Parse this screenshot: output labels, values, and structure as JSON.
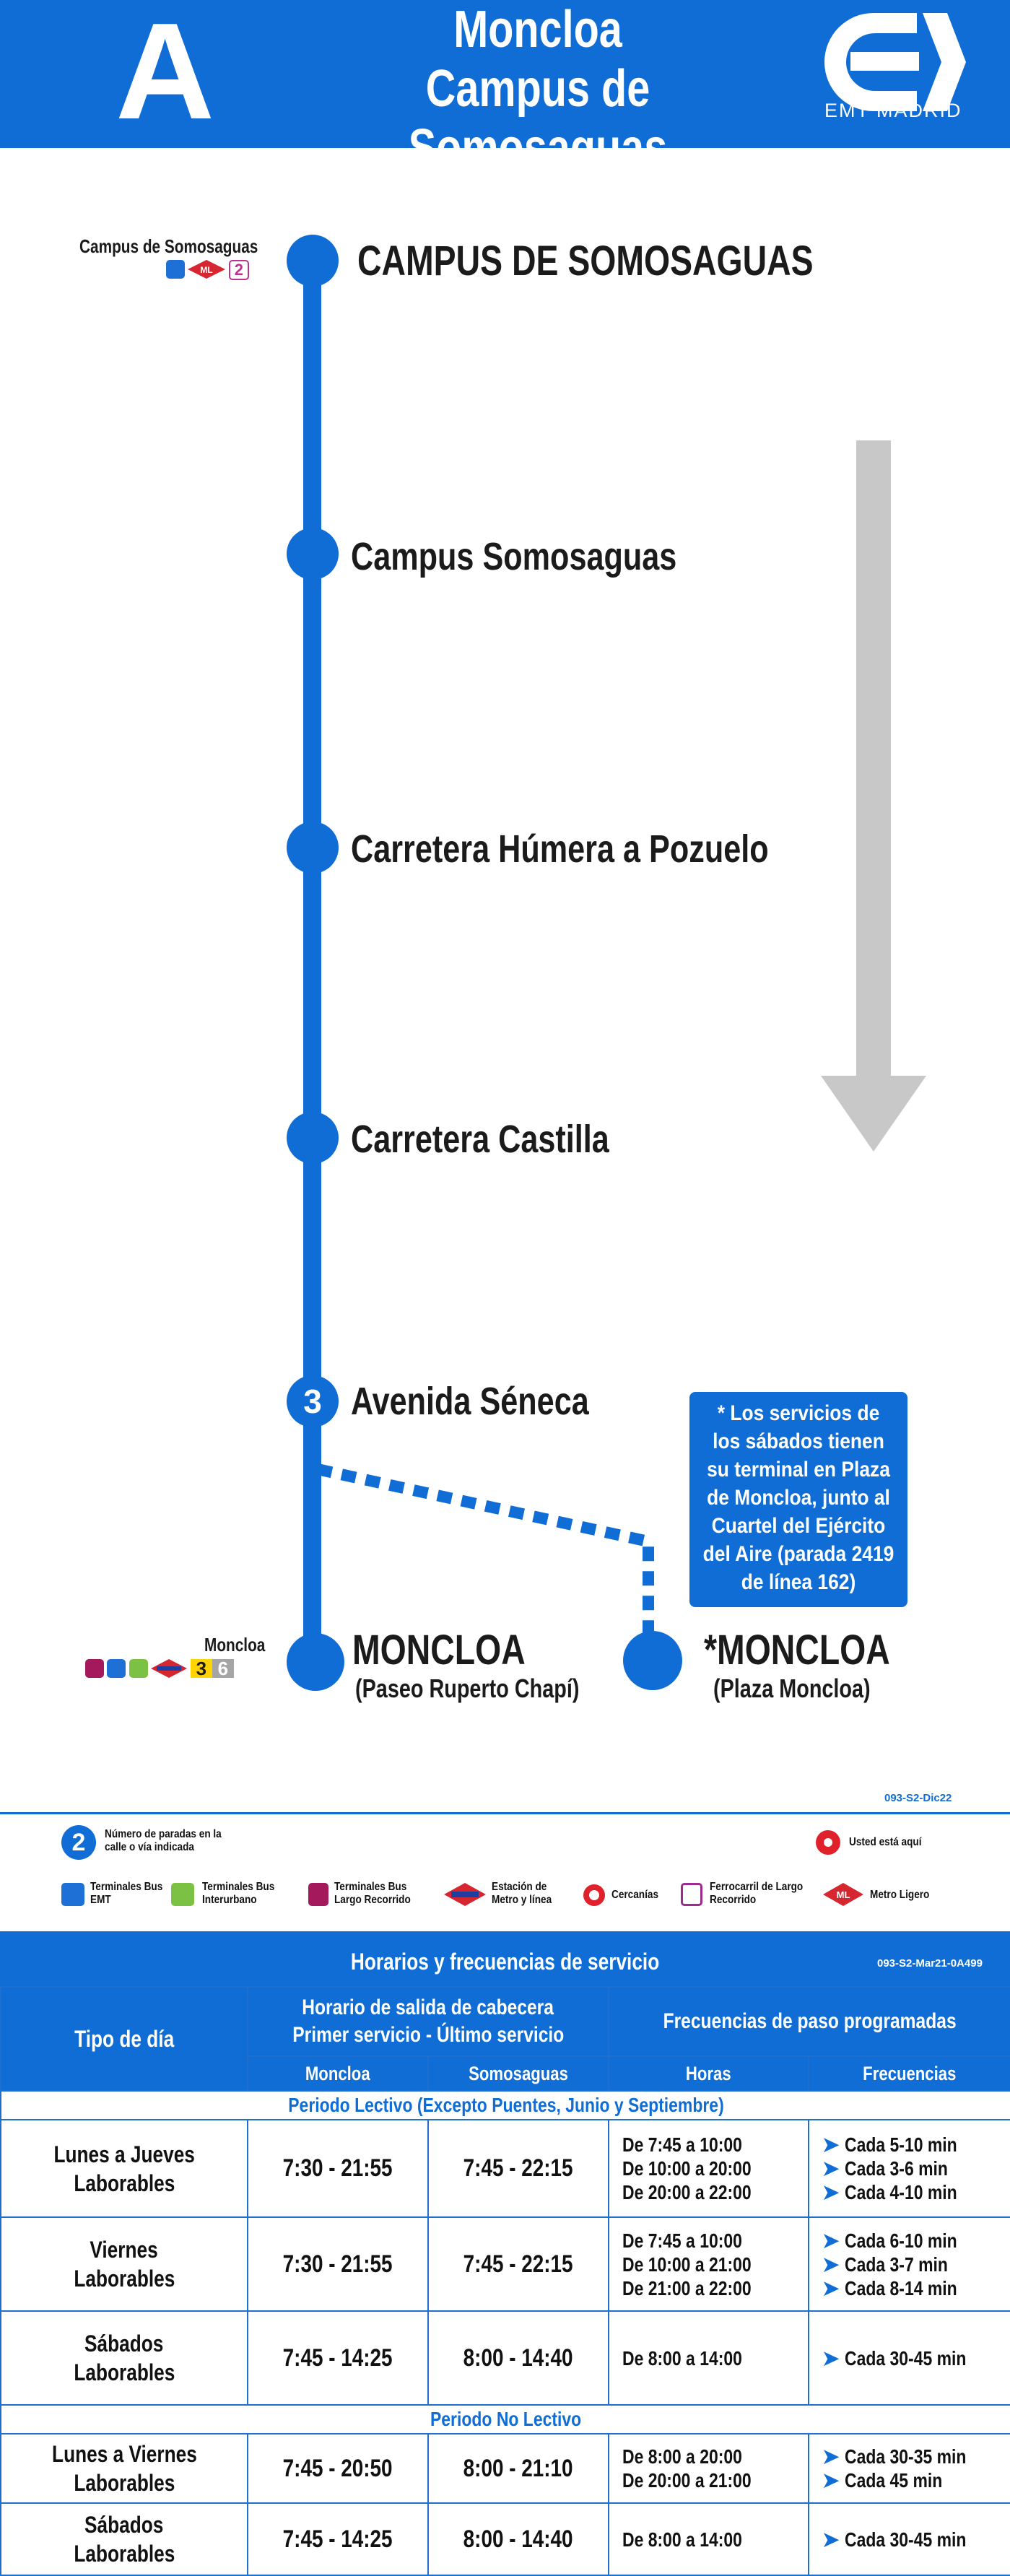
{
  "header": {
    "line_letter": "A",
    "title_line1": "Moncloa",
    "title_line2": "Campus de Somosaguas",
    "operator": "EMT MADRID"
  },
  "route": {
    "direction_icon": "down-arrow-icon",
    "stops": [
      {
        "name": "CAMPUS DE SOMOSAGUAS"
      },
      {
        "name": "Campus Somosaguas"
      },
      {
        "name": "Carretera Húmera a Pozuelo"
      },
      {
        "name": "Carretera Castilla"
      },
      {
        "name": "Avenida Séneca",
        "stop_count": "3"
      },
      {
        "name": "MONCLOA",
        "sub": "(Paseo Ruperto Chapí)"
      }
    ],
    "alt_terminal": {
      "name": "*MONCLOA",
      "sub": "(Plaza Moncloa)"
    },
    "connections": {
      "campus": {
        "label": "Campus de Somosaguas",
        "metro_ligero_line": "2"
      },
      "moncloa": {
        "label": "Moncloa",
        "metro_lines": [
          "3",
          "6"
        ]
      }
    },
    "note": "* Los servicios de los sábados tienen su terminal en Plaza de Moncloa, junto al Cuartel del Ejército del Aire (parada 2419 de línea 162)"
  },
  "legend": {
    "code": "093-S2-Dic22",
    "stops_count_label": "Número de paradas en la calle o vía indicada",
    "stops_count_example": "2",
    "you_are_here": "Usted está aquí",
    "items": [
      {
        "label": "Terminales Bus EMT"
      },
      {
        "label": "Terminales Bus Interurbano"
      },
      {
        "label": "Terminales Bus Largo Recorrido"
      },
      {
        "label": "Estación de Metro y línea"
      },
      {
        "label": "Cercanías"
      },
      {
        "label": "Ferrocarril de Largo Recorrido"
      },
      {
        "label": "Metro Ligero"
      }
    ],
    "colors": {
      "emt": "#1e6fd6",
      "interurbano": "#7bc143",
      "largo": "#a3195b",
      "metro": "#d62630",
      "ligero": "#d62630",
      "ferrocarril": "#9c2a8f"
    }
  },
  "schedule": {
    "title": "Horarios y frecuencias de servicio",
    "code": "093-S2-Mar21-0A499",
    "col_day": "Tipo de día",
    "col_hours_group_1": "Horario de salida de cabecera",
    "col_hours_group_2": "Primer servicio - Último servicio",
    "col_moncloa": "Moncloa",
    "col_somosaguas": "Somosaguas",
    "col_freq_group": "Frecuencias de paso programadas",
    "col_hours": "Horas",
    "col_freqs": "Frecuencias",
    "periods": [
      {
        "title": "Periodo Lectivo (Excepto Puentes, Junio y Septiembre)",
        "rows": [
          {
            "day1": "Lunes a Jueves",
            "day2": "Laborables",
            "moncloa": "7:30 - 21:55",
            "somosaguas": "7:45 - 22:15",
            "hours": [
              "De 7:45 a 10:00",
              "De 10:00 a 20:00",
              "De 20:00 a 22:00"
            ],
            "freqs": [
              "Cada 5-10 min",
              "Cada 3-6 min",
              "Cada 4-10 min"
            ]
          },
          {
            "day1": "Viernes",
            "day2": "Laborables",
            "moncloa": "7:30 - 21:55",
            "somosaguas": "7:45 - 22:15",
            "hours": [
              "De 7:45 a 10:00",
              "De 10:00 a 21:00",
              "De 21:00 a 22:00"
            ],
            "freqs": [
              "Cada 6-10 min",
              "Cada 3-7 min",
              "Cada 8-14 min"
            ]
          },
          {
            "day1": "Sábados",
            "day2": "Laborables",
            "moncloa": "7:45 - 14:25",
            "somosaguas": "8:00 - 14:40",
            "hours": [
              "De 8:00 a 14:00"
            ],
            "freqs": [
              "Cada 30-45 min"
            ]
          }
        ]
      },
      {
        "title": "Periodo No Lectivo",
        "rows": [
          {
            "day1": "Lunes a Viernes",
            "day2": "Laborables",
            "moncloa": "7:45 - 20:50",
            "somosaguas": "8:00 - 21:10",
            "hours": [
              "De 8:00 a 20:00",
              "De 20:00 a 21:00"
            ],
            "freqs": [
              "Cada 30-35 min",
              "Cada 45 min"
            ]
          },
          {
            "day1": "Sábados",
            "day2": "Laborables",
            "moncloa": "7:45 - 14:25",
            "somosaguas": "8:00 - 14:40",
            "hours": [
              "De 8:00 a 14:00"
            ],
            "freqs": [
              "Cada 30-45 min"
            ]
          }
        ]
      }
    ]
  }
}
